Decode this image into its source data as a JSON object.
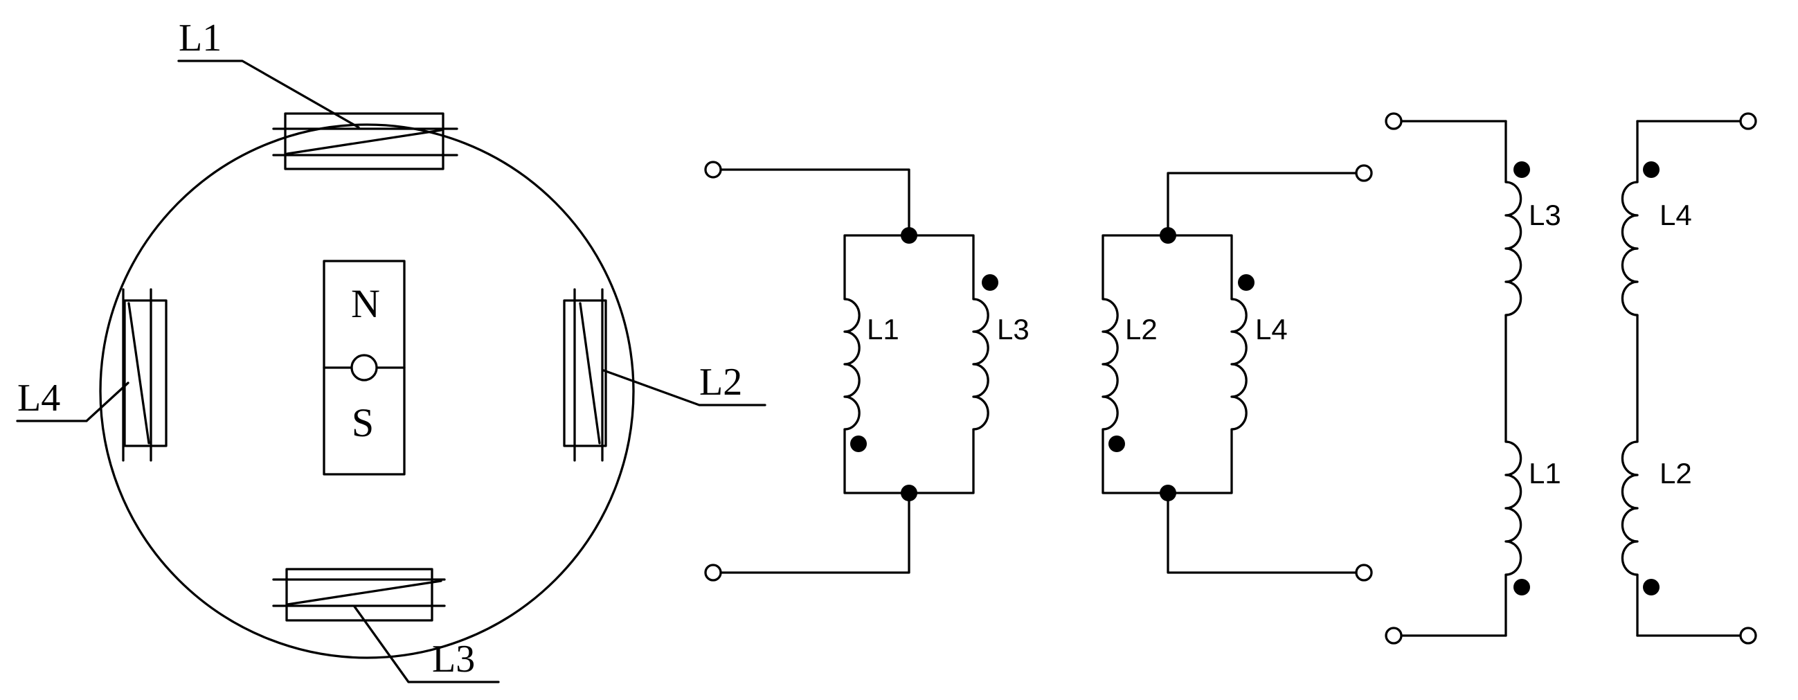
{
  "motor": {
    "pole_north": "N",
    "pole_south": "S",
    "coil_labels": [
      "L1",
      "L2",
      "L3",
      "L4"
    ]
  },
  "parallel_a": {
    "coil_left": "L1",
    "coil_right": "L3"
  },
  "parallel_b": {
    "coil_left": "L2",
    "coil_right": "L4"
  },
  "series_a": {
    "coil_top": "L3",
    "coil_bottom": "L1"
  },
  "series_b": {
    "coil_top": "L4",
    "coil_bottom": "L2"
  }
}
